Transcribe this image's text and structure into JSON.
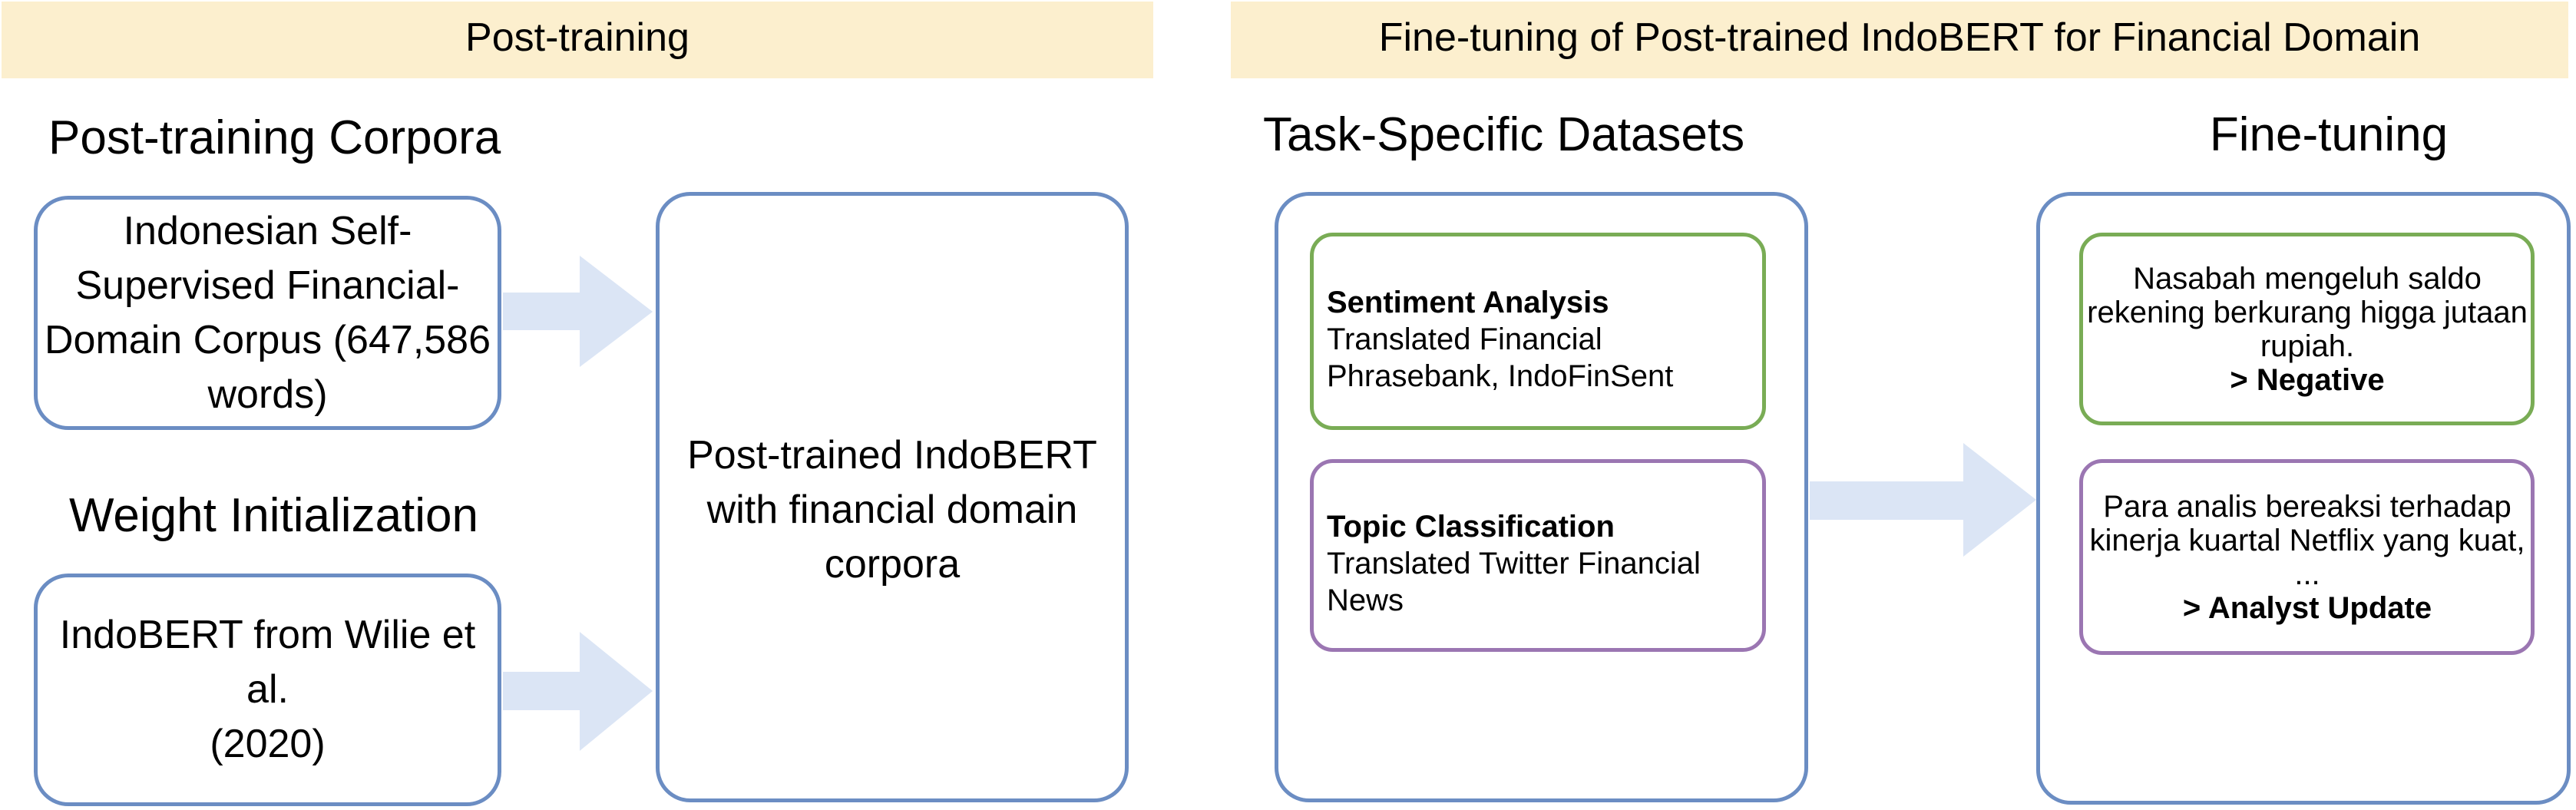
{
  "colors": {
    "header_bg": "#FCEFCE",
    "box_border_blue": "#6B8DC3",
    "dataset_green": "#79AC55",
    "dataset_purple": "#9B76B2",
    "arrow_fill": "#DBE5F5"
  },
  "post_training": {
    "header": "Post-training",
    "corpora_heading": "Post-training Corpora",
    "corpus_box": "Indonesian Self-\nSupervised Financial-\nDomain Corpus (647,586\nwords)",
    "weight_heading": "Weight Initialization",
    "weight_box": "IndoBERT from Wilie et al.\n(2020)",
    "result_box": "Post-trained IndoBERT\nwith financial domain\ncorpora"
  },
  "fine_tuning": {
    "header": "Fine-tuning of Post-trained IndoBERT for Financial Domain",
    "datasets_heading": "Task-Specific Datasets",
    "finetune_heading": "Fine-tuning",
    "sentiment_title": "Sentiment Analysis",
    "sentiment_body": "Translated Financial\nPhrasebank, IndoFinSent",
    "topic_title": "Topic Classification",
    "topic_body": "Translated Twitter Financial\nNews",
    "example_sentiment_body": "Nasabah mengeluh saldo\nrekening berkurang higga jutaan\nrupiah.",
    "example_sentiment_label": "> Negative",
    "example_topic_body": "Para analis bereaksi terhadap\nkinerja kuartal Netflix yang kuat,\n...",
    "example_topic_label": "> Analyst Update"
  }
}
